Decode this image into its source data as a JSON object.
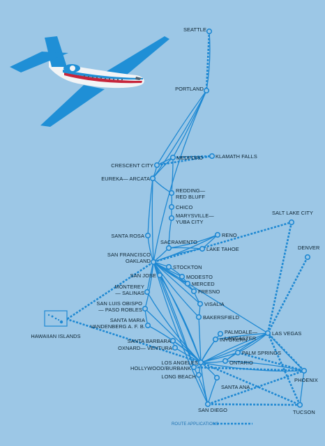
{
  "colors": {
    "background": "#9cc7e6",
    "route": "#1e88d2",
    "planned": "#1e88d2",
    "label": "#0b2230",
    "plane_body": "#f2f4f6",
    "plane_blue": "#1f8fd6",
    "plane_stripe": "#c7253b"
  },
  "map": {
    "cities": [
      {
        "id": "sea",
        "label": "SEATTLE"
      },
      {
        "id": "pdx",
        "label": "PORTLAND"
      },
      {
        "id": "mfr",
        "label": "MEDFORD"
      },
      {
        "id": "lmt",
        "label": "KLAMATH FALLS"
      },
      {
        "id": "cec",
        "label": "CRESCENT CITY"
      },
      {
        "id": "eka",
        "label": "EUREKA— ARCATA"
      },
      {
        "id": "rdd",
        "label": [
          "REDDING—",
          "RED BLUFF"
        ]
      },
      {
        "id": "cic",
        "label": "CHICO"
      },
      {
        "id": "mys",
        "label": [
          "MARYSVILLE—",
          "YUBA CITY"
        ]
      },
      {
        "id": "sts",
        "label": "SANTA ROSA"
      },
      {
        "id": "rno",
        "label": "RENO"
      },
      {
        "id": "smf",
        "label": "SACRAMENTO"
      },
      {
        "id": "tvl",
        "label": "LAKE TAHOE"
      },
      {
        "id": "sfo",
        "label": [
          "SAN FRANCISCO",
          "OAKLAND"
        ]
      },
      {
        "id": "sck",
        "label": "STOCKTON"
      },
      {
        "id": "sjc",
        "label": "SAN JOSE"
      },
      {
        "id": "mod",
        "label": "MODESTO"
      },
      {
        "id": "mce",
        "label": "MERCED"
      },
      {
        "id": "fat",
        "label": "FRESNO"
      },
      {
        "id": "mry",
        "label": [
          "MONTEREY",
          "— SALINAS"
        ]
      },
      {
        "id": "vis",
        "label": "VISALIA"
      },
      {
        "id": "sbp",
        "label": [
          "SAN LUIS OBISPO",
          "— PASO ROBLES"
        ]
      },
      {
        "id": "bfl",
        "label": "BAKERSFIELD"
      },
      {
        "id": "smx",
        "label": [
          "SANTA MARIA",
          "VANDENBERG A. F. B."
        ]
      },
      {
        "id": "iyk",
        "label": "INYOKERN"
      },
      {
        "id": "sba",
        "label": "SANTA BARBARA"
      },
      {
        "id": "oxr",
        "label": "OXNARD— VENTURA"
      },
      {
        "id": "pmd",
        "label": [
          "PALMDALE—",
          "LANCASTER"
        ]
      },
      {
        "id": "lax",
        "label": "LOS ANGELES"
      },
      {
        "id": "bur",
        "label": "HOLLYWOOD/BURBANK"
      },
      {
        "id": "psp",
        "label": "PALM SPRINGS"
      },
      {
        "id": "lgb",
        "label": "LONG BEACH"
      },
      {
        "id": "ont",
        "label": "ONTARIO"
      },
      {
        "id": "sna",
        "label": "SANTA ANA"
      },
      {
        "id": "san",
        "label": "SAN DIEGO"
      },
      {
        "id": "las",
        "label": "LAS VEGAS"
      },
      {
        "id": "slc",
        "label": "SALT LAKE CITY"
      },
      {
        "id": "den",
        "label": "DENVER"
      },
      {
        "id": "phx",
        "label": "PHOENIX"
      },
      {
        "id": "tus",
        "label": "TUCSON"
      },
      {
        "id": "hnl",
        "label": "HAWAIIAN ISLANDS"
      }
    ],
    "routes": [
      [
        "sea",
        "pdx"
      ],
      [
        "pdx",
        "mfr"
      ],
      [
        "pdx",
        "cec"
      ],
      [
        "pdx",
        "sfo"
      ],
      [
        "pdx",
        "eka"
      ],
      [
        "mfr",
        "cec"
      ],
      [
        "mfr",
        "eka"
      ],
      [
        "cec",
        "eka"
      ],
      [
        "mfr",
        "rdd"
      ],
      [
        "eka",
        "sfo"
      ],
      [
        "eka",
        "rdd"
      ],
      [
        "rdd",
        "cic"
      ],
      [
        "cic",
        "mys"
      ],
      [
        "mys",
        "smf"
      ],
      [
        "sfo",
        "sts"
      ],
      [
        "sts",
        "eka"
      ],
      [
        "sfo",
        "smf"
      ],
      [
        "smf",
        "rno"
      ],
      [
        "smf",
        "tvl"
      ],
      [
        "rno",
        "tvl"
      ],
      [
        "sfo",
        "rno"
      ],
      [
        "sfo",
        "tvl"
      ],
      [
        "sfo",
        "sck"
      ],
      [
        "sfo",
        "mod"
      ],
      [
        "sfo",
        "mce"
      ],
      [
        "sfo",
        "fat"
      ],
      [
        "sfo",
        "vis"
      ],
      [
        "sfo",
        "bfl"
      ],
      [
        "sck",
        "mod"
      ],
      [
        "mod",
        "mce"
      ],
      [
        "mce",
        "fat"
      ],
      [
        "fat",
        "vis"
      ],
      [
        "vis",
        "bfl"
      ],
      [
        "bfl",
        "lax"
      ],
      [
        "sfo",
        "sjc"
      ],
      [
        "sjc",
        "lax"
      ],
      [
        "sjc",
        "bur"
      ],
      [
        "sfo",
        "mry"
      ],
      [
        "mry",
        "lax"
      ],
      [
        "sfo",
        "sbp"
      ],
      [
        "sbp",
        "lax"
      ],
      [
        "sbp",
        "smx"
      ],
      [
        "smx",
        "lax"
      ],
      [
        "sba",
        "lax"
      ],
      [
        "oxr",
        "lax"
      ],
      [
        "sba",
        "oxr"
      ],
      [
        "sfo",
        "lax"
      ],
      [
        "sfo",
        "bur"
      ],
      [
        "sfo",
        "san"
      ],
      [
        "lax",
        "pmd"
      ],
      [
        "lax",
        "iyk"
      ],
      [
        "lax",
        "psp"
      ],
      [
        "lax",
        "ont"
      ],
      [
        "lax",
        "sna"
      ],
      [
        "lax",
        "lgb"
      ],
      [
        "lax",
        "san"
      ],
      [
        "bur",
        "san"
      ],
      [
        "ont",
        "psp"
      ],
      [
        "sna",
        "san"
      ],
      [
        "lax",
        "las"
      ],
      [
        "bur",
        "las"
      ],
      [
        "sfo",
        "las"
      ],
      [
        "las",
        "ont"
      ],
      [
        "las",
        "psp"
      ],
      [
        "iyk",
        "las"
      ],
      [
        "las",
        "phx"
      ],
      [
        "lax",
        "phx"
      ],
      [
        "ont",
        "phx"
      ],
      [
        "phx",
        "tus"
      ]
    ],
    "planned_routes": [
      [
        "mfr",
        "lmt"
      ],
      [
        "cec",
        "lmt"
      ],
      [
        "sfo",
        "hnl"
      ],
      [
        "lax",
        "hnl"
      ],
      [
        "las",
        "slc"
      ],
      [
        "las",
        "den"
      ],
      [
        "bur",
        "phx"
      ],
      [
        "lax",
        "tus"
      ],
      [
        "san",
        "phx"
      ],
      [
        "san",
        "tus"
      ],
      [
        "phx",
        "las"
      ],
      [
        "las",
        "tus"
      ],
      [
        "psp",
        "phx"
      ],
      [
        "sfo",
        "slc"
      ],
      [
        "sea",
        "pdx"
      ]
    ]
  },
  "legend": {
    "label": "ROUTE APPLICATIONS"
  }
}
